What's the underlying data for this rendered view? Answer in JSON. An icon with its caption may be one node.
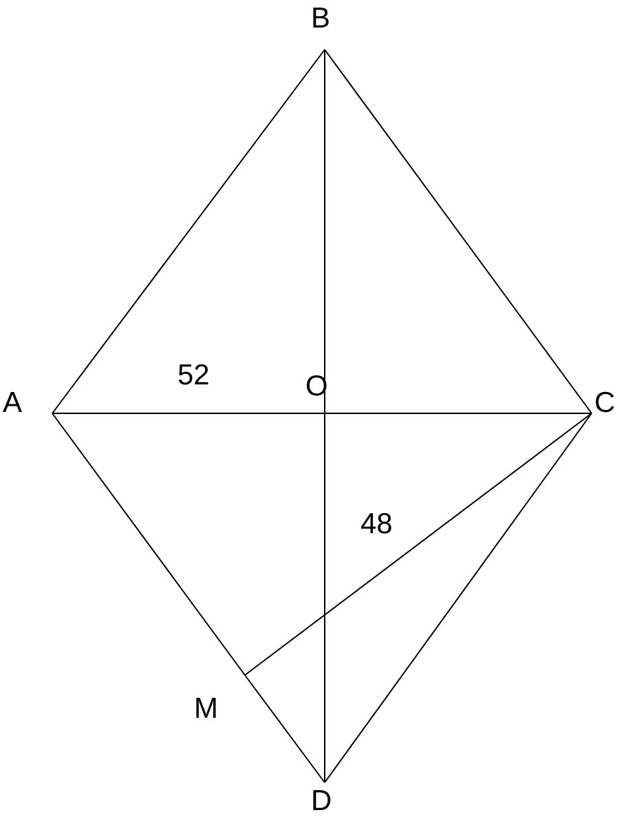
{
  "diagram": {
    "nodes": [
      {
        "text": [
          "B"
        ]
      },
      {
        "text": [
          "A"
        ]
      },
      {
        "text": [
          "C"
        ]
      },
      {
        "text": [
          "M"
        ]
      },
      {
        "text": [
          "D"
        ]
      }
    ],
    "edges": [
      {
        "from": 1,
        "to": 0,
        "arrow": "none"
      },
      {
        "from": 0,
        "to": 2,
        "arrow": "none"
      },
      {
        "from": 2,
        "to": 4,
        "arrow": "none"
      },
      {
        "from": 1,
        "to": 3,
        "arrow": "none"
      },
      {
        "from": 3,
        "to": 4,
        "arrow": "none"
      },
      {
        "from": 1,
        "to": 2,
        "arrow": "none",
        "label": "52"
      },
      {
        "from": 0,
        "to": 4,
        "arrow": "none"
      },
      {
        "from": 2,
        "to": 3,
        "arrow": "none",
        "label": "48"
      }
    ],
    "labels": [
      "O"
    ]
  }
}
